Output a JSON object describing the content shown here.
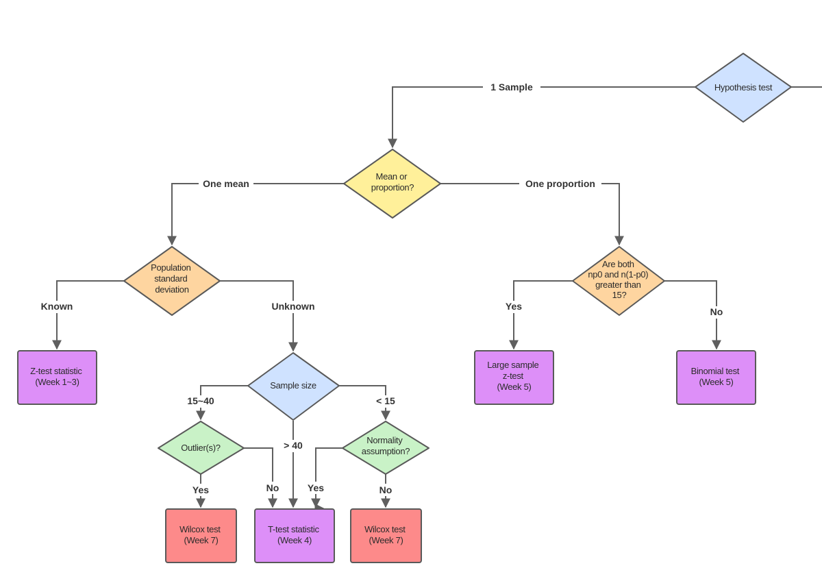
{
  "colors": {
    "blue": "#cfe2ff",
    "yellow": "#fff09a",
    "orange": "#fed5a0",
    "green": "#c9f2c7",
    "purple": "#dd8ff8",
    "red": "#fd8a8a",
    "line": "#5f5f5f"
  },
  "nodes": {
    "hypothesis": {
      "lines": [
        "Hypothesis test"
      ]
    },
    "mean_or_prop": {
      "lines": [
        "Mean or",
        "proportion?"
      ]
    },
    "pop_sd": {
      "lines": [
        "Population",
        "standard",
        "deviation"
      ]
    },
    "np_check": {
      "lines": [
        "Are both",
        "np0 and n(1-p0)",
        "greater than",
        "15?"
      ]
    },
    "z_test": {
      "lines": [
        "Z-test statistic",
        "(Week 1~3)"
      ]
    },
    "sample_size": {
      "lines": [
        "Sample size"
      ]
    },
    "large_sample": {
      "lines": [
        "Large sample",
        "z-test",
        "(Week 5)"
      ]
    },
    "binomial": {
      "lines": [
        "Binomial test",
        "(Week 5)"
      ]
    },
    "outliers": {
      "lines": [
        "Outlier(s)?"
      ]
    },
    "normality": {
      "lines": [
        "Normality",
        "assumption?"
      ]
    },
    "wilcox_left": {
      "lines": [
        "Wilcox test",
        "(Week 7)"
      ]
    },
    "t_test": {
      "lines": [
        "T-test statistic",
        "(Week 4)"
      ]
    },
    "wilcox_right": {
      "lines": [
        "Wilcox test",
        "(Week 7)"
      ]
    }
  },
  "edge_labels": {
    "one_sample": "1 Sample",
    "one_mean": "One mean",
    "one_proportion": "One proportion",
    "known": "Known",
    "unknown": "Unknown",
    "yes_np": "Yes",
    "no_np": "No",
    "range_15_40": "15~40",
    "gt_40": "> 40",
    "lt_15": "< 15",
    "yes_outlier": "Yes",
    "no_outlier": "No",
    "yes_normal": "Yes",
    "no_normal": "No"
  }
}
